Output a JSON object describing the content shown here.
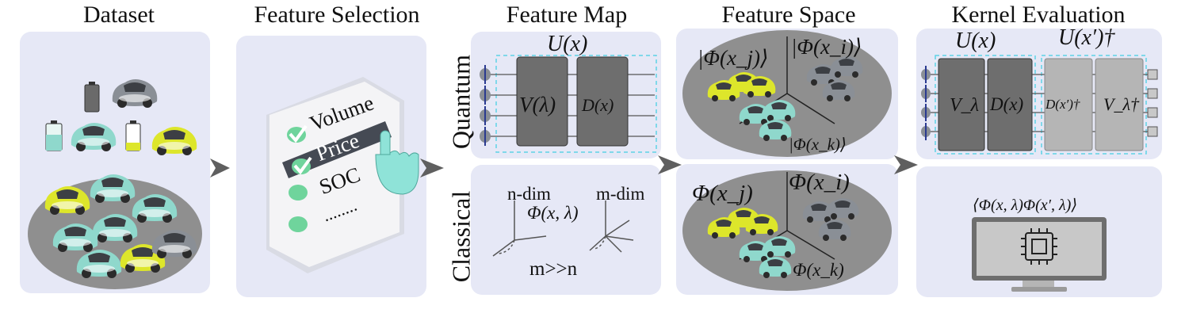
{
  "sections": {
    "dataset": "Dataset",
    "feature_selection": "Feature Selection",
    "feature_map": "Feature Map",
    "feature_space": "Feature Space",
    "kernel_evaluation": "Kernel Evaluation"
  },
  "rows": {
    "quantum": "Quantum",
    "classical": "Classical"
  },
  "checklist": [
    "Volume",
    "Price",
    "SOC",
    "........"
  ],
  "quantum_map": {
    "top": "U(x)",
    "gate1": "V(λ)",
    "gate2": "D(x)"
  },
  "classical_map": {
    "left_dim": "n-dim",
    "right_dim": "m-dim",
    "phi": "Φ(x, λ)",
    "relation": "m>>n"
  },
  "quantum_space": {
    "phi_j": "|Φ(x_j)⟩",
    "phi_i": "|Φ(x_i)⟩",
    "phi_k": "|Φ(x_k)⟩"
  },
  "classical_space": {
    "phi_j": "Φ(x_j)",
    "phi_i": "Φ(x_i)",
    "phi_k": "Φ(x_k)"
  },
  "kernel_quantum": {
    "u": "U(x)",
    "u_dagger": "U(x′)†",
    "g1": "V_λ",
    "g2": "D(x)",
    "g3": "D(x′)†",
    "g4": "V_λ†"
  },
  "kernel_classical": {
    "formula": "⟨Φ(x, λ)Φ(x′, λ)⟩"
  },
  "colors": {
    "panel": "#e6e8f6",
    "gate_dark": "#6e6e6e",
    "gate_light": "#b5b5b5",
    "ellipse": "#8f8f8f",
    "car_teal": "#8fd8cc",
    "car_yellow": "#dde62b",
    "car_gray": "#8a8f96",
    "check_green": "#6fd49c",
    "dashed_cyan": "#5fd3e6",
    "arrow": "#5f5f5f"
  }
}
